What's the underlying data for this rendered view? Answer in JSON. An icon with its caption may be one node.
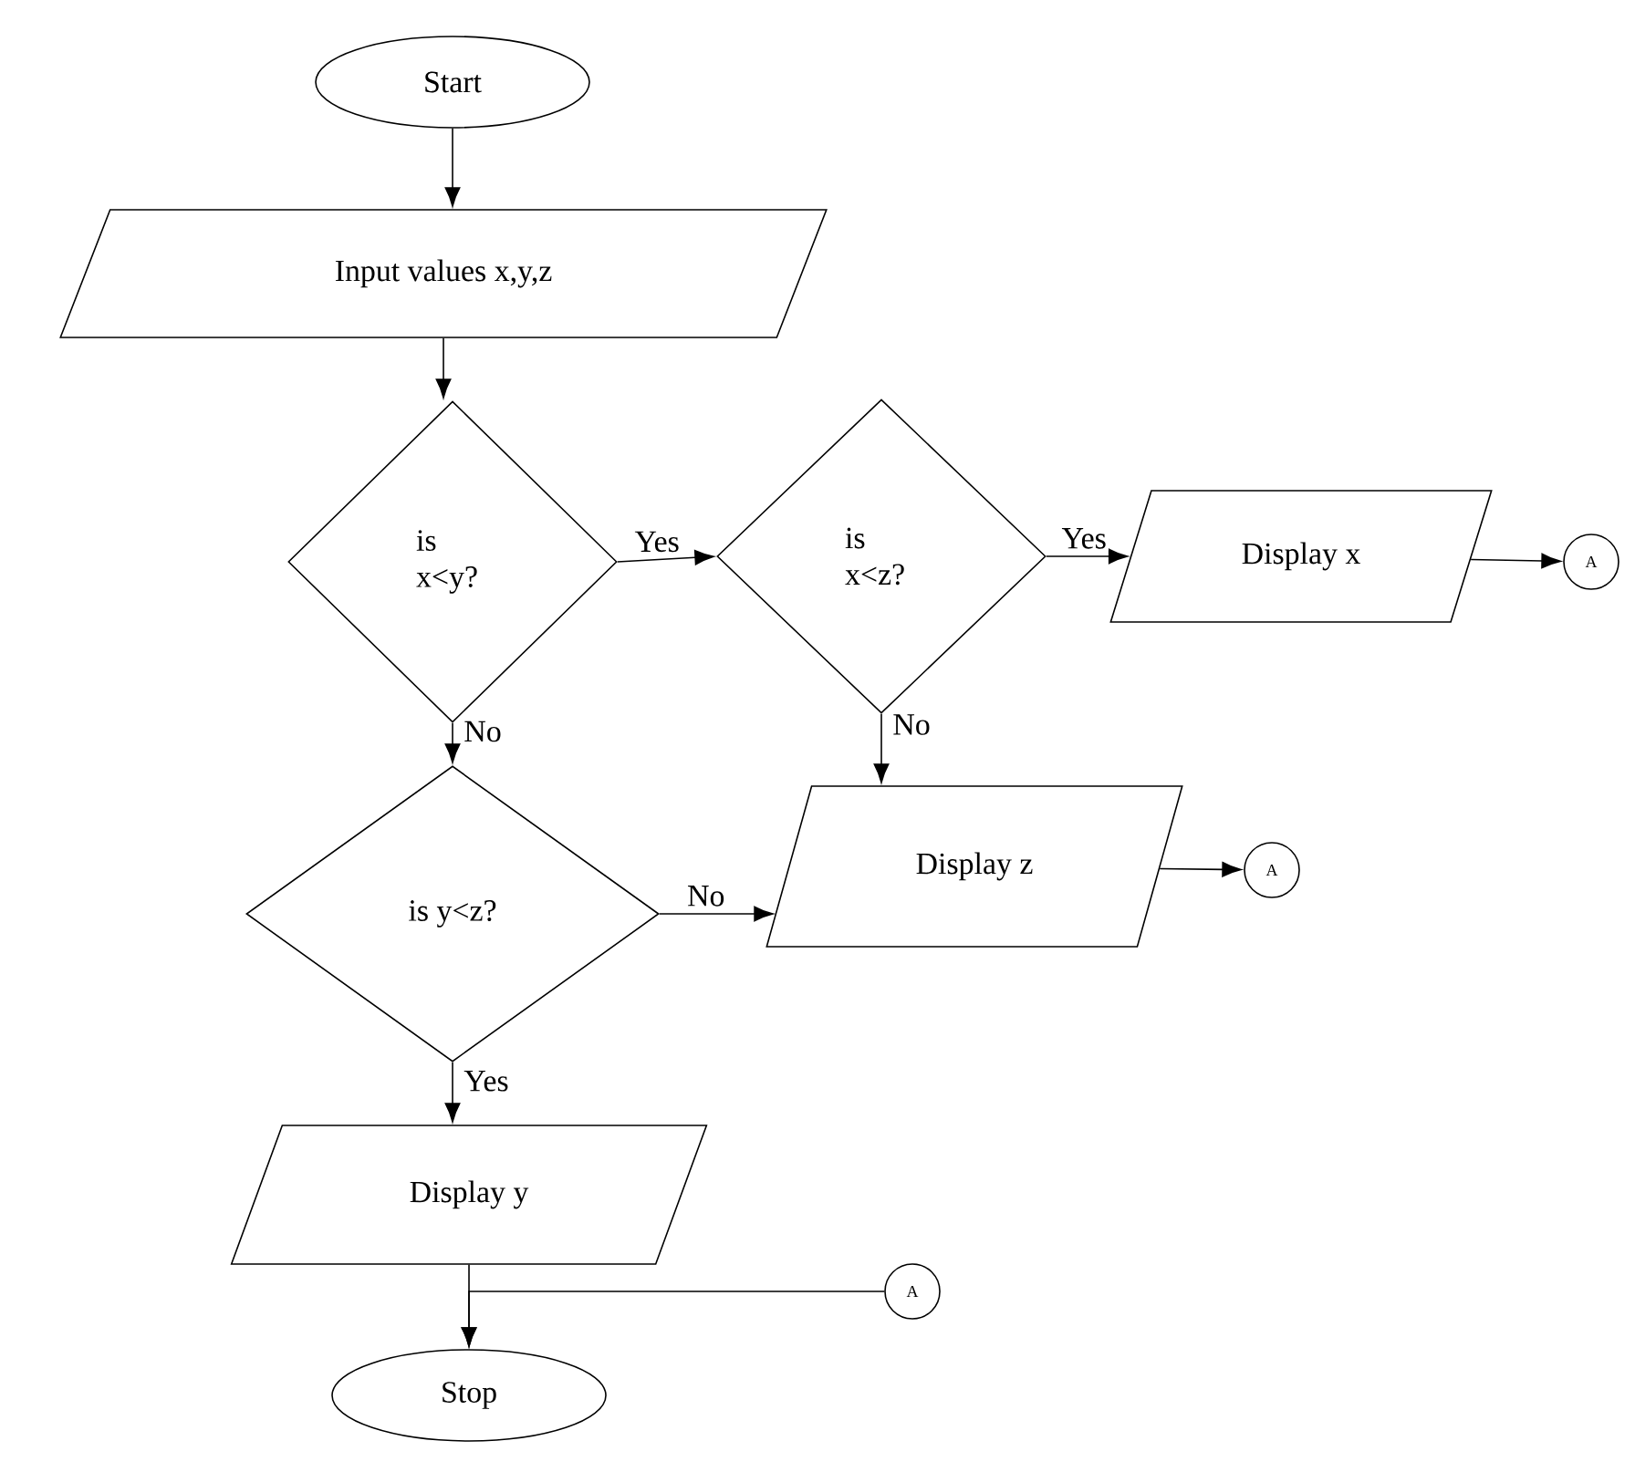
{
  "diagram": {
    "nodes": [
      {
        "text": [
          "Start"
        ]
      },
      {
        "text": [
          "Input values x,y,z"
        ]
      },
      {
        "text": [
          "is x<y?"
        ]
      },
      {
        "text": [
          "is x<z?"
        ]
      },
      {
        "text": [
          "Display x"
        ]
      },
      {
        "text": [
          "A"
        ]
      },
      {
        "text": [
          "is y<z?"
        ]
      },
      {
        "text": [
          "Display z"
        ]
      },
      {
        "text": [
          "A"
        ]
      },
      {
        "text": [
          "Display y"
        ]
      },
      {
        "text": [
          "A"
        ]
      },
      {
        "text": [
          "Stop"
        ]
      }
    ],
    "edges": [
      {
        "from": 0,
        "to": 1,
        "arrow": "to"
      },
      {
        "from": 1,
        "to": 2,
        "arrow": "to"
      },
      {
        "from": 2,
        "to": 3,
        "label": "Yes",
        "arrow": "to"
      },
      {
        "from": 3,
        "to": 4,
        "label": "Yes",
        "arrow": "to"
      },
      {
        "from": 4,
        "to": 5,
        "arrow": "to"
      },
      {
        "from": 2,
        "to": 6,
        "label": "No",
        "arrow": "to"
      },
      {
        "from": 3,
        "to": 7,
        "label": "No",
        "arrow": "to"
      },
      {
        "from": 6,
        "to": 7,
        "label": "No",
        "arrow": "to"
      },
      {
        "from": 7,
        "to": 8,
        "arrow": "to"
      },
      {
        "from": 6,
        "to": 9,
        "label": "Yes",
        "arrow": "to"
      },
      {
        "from": 9,
        "to": 11,
        "arrow": "to"
      },
      {
        "from": 10,
        "to": 11,
        "arrow": "to"
      }
    ]
  }
}
